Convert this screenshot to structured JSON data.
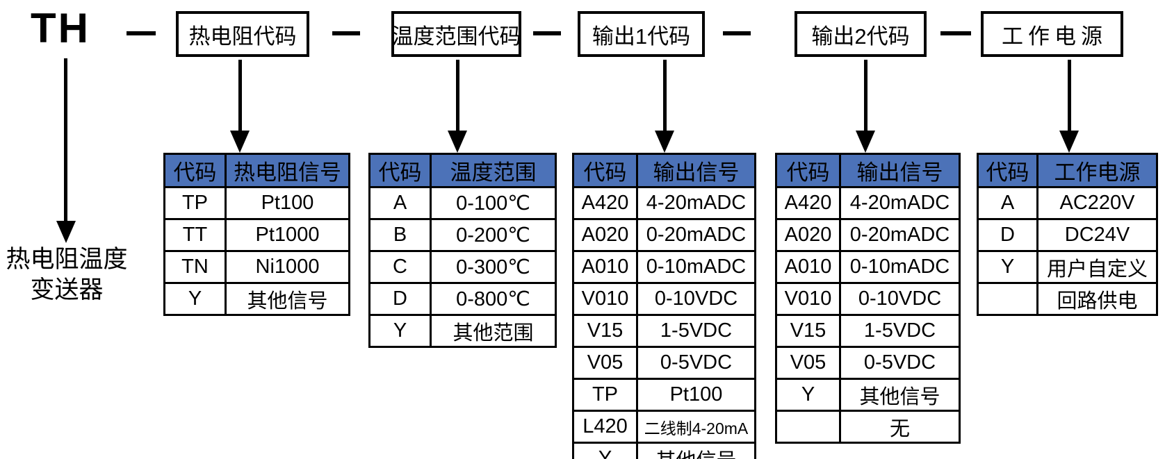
{
  "model": {
    "prefix": "TH",
    "note_line1": "热电阻温度",
    "note_line2": "变送器"
  },
  "top_boxes": [
    {
      "label": "热电阻代码"
    },
    {
      "label": "温度范围代码"
    },
    {
      "label": "输出1代码"
    },
    {
      "label": "输出2代码"
    },
    {
      "label": "工作电源"
    }
  ],
  "tables": [
    {
      "name": "thermal-resistance-code",
      "headers": [
        "代码",
        "热电阻信号"
      ],
      "rows": [
        [
          "TP",
          "Pt100"
        ],
        [
          "TT",
          "Pt1000"
        ],
        [
          "TN",
          "Ni1000"
        ],
        [
          "Y",
          "其他信号"
        ]
      ]
    },
    {
      "name": "temperature-range-code",
      "headers": [
        "代码",
        "温度范围"
      ],
      "rows": [
        [
          "A",
          "0-100℃"
        ],
        [
          "B",
          "0-200℃"
        ],
        [
          "C",
          "0-300℃"
        ],
        [
          "D",
          "0-800℃"
        ],
        [
          "Y",
          "其他范围"
        ]
      ]
    },
    {
      "name": "output1-code",
      "headers": [
        "代码",
        "输出信号"
      ],
      "rows": [
        [
          "A420",
          "4-20mADC"
        ],
        [
          "A020",
          "0-20mADC"
        ],
        [
          "A010",
          "0-10mADC"
        ],
        [
          "V010",
          "0-10VDC"
        ],
        [
          "V15",
          "1-5VDC"
        ],
        [
          "V05",
          "0-5VDC"
        ],
        [
          "TP",
          "Pt100"
        ],
        [
          "L420",
          "二线制4-20mA"
        ],
        [
          "Y",
          "其他信号"
        ]
      ]
    },
    {
      "name": "output2-code",
      "headers": [
        "代码",
        "输出信号"
      ],
      "rows": [
        [
          "A420",
          "4-20mADC"
        ],
        [
          "A020",
          "0-20mADC"
        ],
        [
          "A010",
          "0-10mADC"
        ],
        [
          "V010",
          "0-10VDC"
        ],
        [
          "V15",
          "1-5VDC"
        ],
        [
          "V05",
          "0-5VDC"
        ],
        [
          "Y",
          "其他信号"
        ],
        [
          "",
          "无"
        ]
      ]
    },
    {
      "name": "power-supply-code",
      "headers": [
        "代码",
        "工作电源"
      ],
      "rows": [
        [
          "A",
          "AC220V"
        ],
        [
          "D",
          "DC24V"
        ],
        [
          "Y",
          "用户自定义"
        ],
        [
          "",
          "回路供电"
        ]
      ]
    }
  ],
  "colors": {
    "table_header_bg": "#4C72B8",
    "line_color": "#000000",
    "background": "#FFFFFF"
  }
}
